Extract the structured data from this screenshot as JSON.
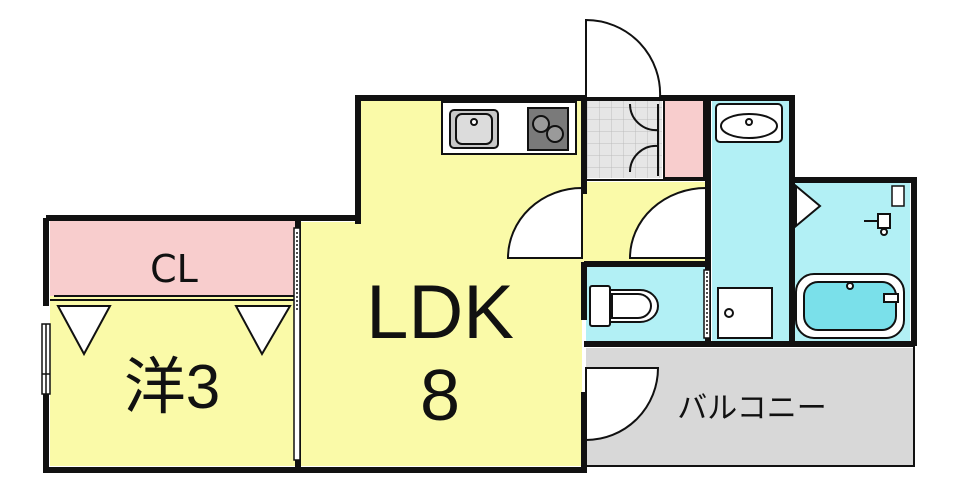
{
  "rooms": {
    "closet": {
      "label": "CL"
    },
    "western": {
      "label": "洋3"
    },
    "ldk": {
      "label": "LDK",
      "size": "8"
    },
    "balcony": {
      "label": "バルコニー"
    }
  },
  "colors": {
    "room_yellow": "#fafaa8",
    "closet_pink": "#f8cdcd",
    "wet_blue": "#b2f0f5",
    "balcony_gray": "#d8d8d8",
    "entry_tile": "#e6e6e6",
    "wall": "#111111"
  },
  "icons": [
    "sink-icon",
    "stove-icon",
    "toilet-icon",
    "bathtub-icon",
    "washbasin-icon",
    "washer-pan-icon",
    "shoe-cabinet-icon",
    "door-swing-icon"
  ]
}
